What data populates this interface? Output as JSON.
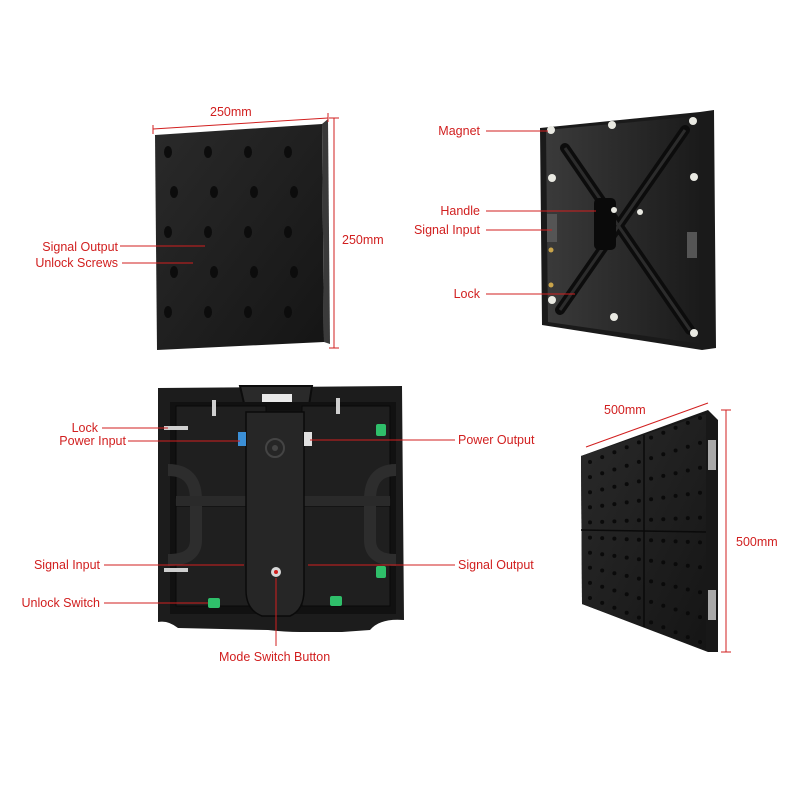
{
  "colors": {
    "accent": "#d11f1f",
    "panel": "#1e1e1e",
    "connector_green": "#2fbf6a",
    "connector_blue": "#3b8fd6"
  },
  "panel_small_front": {
    "dim_width": "250mm",
    "dim_height": "250mm",
    "label_signal_output": "Signal Output",
    "label_unlock_screws": "Unlock Screws"
  },
  "panel_small_back": {
    "label_magnet": "Magnet",
    "label_handle": "Handle",
    "label_signal_input": "Signal Input",
    "label_lock": "Lock"
  },
  "cabinet_back": {
    "label_lock": "Lock",
    "label_power_input": "Power Input",
    "label_power_output": "Power Output",
    "label_signal_input": "Signal Input",
    "label_signal_output": "Signal Output",
    "label_unlock_switch": "Unlock Switch",
    "label_mode_switch": "Mode Switch Button"
  },
  "cabinet_front": {
    "dim_width": "500mm",
    "dim_height": "500mm"
  }
}
